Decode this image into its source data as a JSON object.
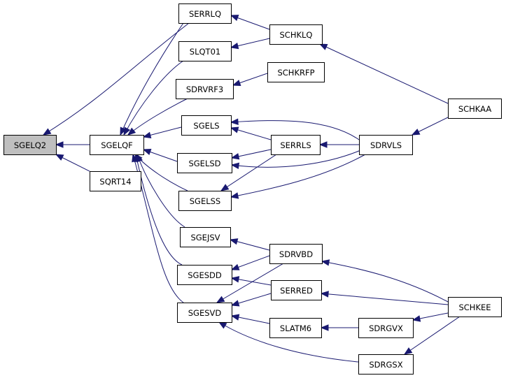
{
  "graph": {
    "edge_color": "#191970",
    "highlight_fill": "#bfbfbf",
    "nodes": [
      {
        "id": "SGELQ2",
        "label": "SGELQ2",
        "highlight": true
      },
      {
        "id": "SGELQF",
        "label": "SGELQF"
      },
      {
        "id": "SQRT14",
        "label": "SQRT14"
      },
      {
        "id": "SERRLQ",
        "label": "SERRLQ"
      },
      {
        "id": "SLQT01",
        "label": "SLQT01"
      },
      {
        "id": "SDRVRF3",
        "label": "SDRVRF3"
      },
      {
        "id": "SGELS",
        "label": "SGELS"
      },
      {
        "id": "SGELSD",
        "label": "SGELSD"
      },
      {
        "id": "SGELSS",
        "label": "SGELSS"
      },
      {
        "id": "SGEJSV",
        "label": "SGEJSV"
      },
      {
        "id": "SGESDD",
        "label": "SGESDD"
      },
      {
        "id": "SGESVD",
        "label": "SGESVD"
      },
      {
        "id": "SCHKLQ",
        "label": "SCHKLQ"
      },
      {
        "id": "SCHKRFP",
        "label": "SCHKRFP"
      },
      {
        "id": "SERRLS",
        "label": "SERRLS"
      },
      {
        "id": "SDRVLS",
        "label": "SDRVLS"
      },
      {
        "id": "SDRVBD",
        "label": "SDRVBD"
      },
      {
        "id": "SERRED",
        "label": "SERRED"
      },
      {
        "id": "SLATM6",
        "label": "SLATM6"
      },
      {
        "id": "SDRGVX",
        "label": "SDRGVX"
      },
      {
        "id": "SDRGSX",
        "label": "SDRGSX"
      },
      {
        "id": "SCHKAA",
        "label": "SCHKAA"
      },
      {
        "id": "SCHKEE",
        "label": "SCHKEE"
      }
    ],
    "edges": [
      {
        "from": "SGELQF",
        "to": "SGELQ2"
      },
      {
        "from": "SQRT14",
        "to": "SGELQ2"
      },
      {
        "from": "SERRLQ",
        "to": "SGELQ2"
      },
      {
        "from": "SERRLQ",
        "to": "SGELQF"
      },
      {
        "from": "SLQT01",
        "to": "SGELQF"
      },
      {
        "from": "SDRVRF3",
        "to": "SGELQF"
      },
      {
        "from": "SGELS",
        "to": "SGELQF"
      },
      {
        "from": "SGELSD",
        "to": "SGELQF"
      },
      {
        "from": "SGELSS",
        "to": "SGELQF"
      },
      {
        "from": "SGEJSV",
        "to": "SGELQF"
      },
      {
        "from": "SGESDD",
        "to": "SGELQF"
      },
      {
        "from": "SGESVD",
        "to": "SGELQF"
      },
      {
        "from": "SCHKLQ",
        "to": "SERRLQ"
      },
      {
        "from": "SCHKLQ",
        "to": "SLQT01"
      },
      {
        "from": "SCHKRFP",
        "to": "SDRVRF3"
      },
      {
        "from": "SCHKAA",
        "to": "SCHKLQ"
      },
      {
        "from": "SCHKAA",
        "to": "SDRVLS"
      },
      {
        "from": "SERRLS",
        "to": "SGELS"
      },
      {
        "from": "SERRLS",
        "to": "SGELSD"
      },
      {
        "from": "SERRLS",
        "to": "SGELSS"
      },
      {
        "from": "SDRVLS",
        "to": "SGELS"
      },
      {
        "from": "SDRVLS",
        "to": "SGELSD"
      },
      {
        "from": "SDRVLS",
        "to": "SGELSS"
      },
      {
        "from": "SDRVLS",
        "to": "SERRLS"
      },
      {
        "from": "SDRVBD",
        "to": "SGEJSV"
      },
      {
        "from": "SDRVBD",
        "to": "SGESDD"
      },
      {
        "from": "SDRVBD",
        "to": "SGESVD"
      },
      {
        "from": "SERRED",
        "to": "SGESDD"
      },
      {
        "from": "SERRED",
        "to": "SGESVD"
      },
      {
        "from": "SLATM6",
        "to": "SGESVD"
      },
      {
        "from": "SDRGSX",
        "to": "SGESVD"
      },
      {
        "from": "SDRGVX",
        "to": "SLATM6"
      },
      {
        "from": "SCHKEE",
        "to": "SDRVBD"
      },
      {
        "from": "SCHKEE",
        "to": "SERRED"
      },
      {
        "from": "SCHKEE",
        "to": "SDRGVX"
      },
      {
        "from": "SCHKEE",
        "to": "SDRGSX"
      }
    ]
  }
}
